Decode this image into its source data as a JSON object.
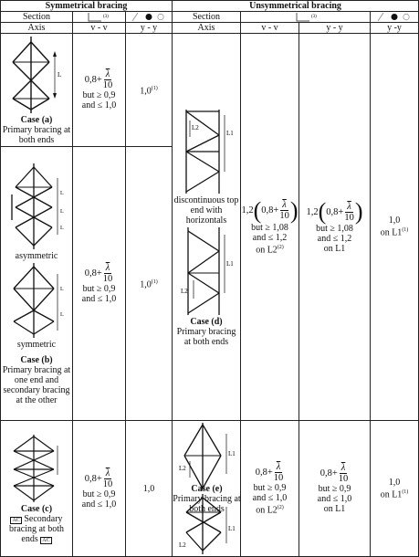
{
  "headers": {
    "symmetrical": "Symmetrical bracing",
    "unsymmetrical": "Unsymmetrical bracing",
    "section": "Section",
    "axis": "Axis",
    "note3": "(3)",
    "sym_vv": "v - v",
    "sym_yy": "y - y",
    "uns_vv": "v - v",
    "uns_yy": "y - y",
    "uns_yy2": "y -y"
  },
  "case_a": {
    "label": "L",
    "title": "Case (a)",
    "desc": "Primary bracing at both ends",
    "coef": "0,8+",
    "lam": "λ",
    "den": "10",
    "cond1": "but ≥ 0,9",
    "cond2": "and ≤ 1,0",
    "yy": "1,0",
    "yy_note": "(1)"
  },
  "case_b": {
    "label_asym": "asymmetric",
    "label_sym": "symmetric",
    "title": "Case (b)",
    "desc": "Primary bracing at one end and secondary bracing at the other",
    "coef": "0,8+",
    "lam": "λ",
    "den": "10",
    "cond1": "but ≥ 0,9",
    "cond2": "and ≤ 1,0",
    "yy": "1,0",
    "yy_note": "(1)",
    "fig_L": "L"
  },
  "case_c": {
    "title": "Case (c)",
    "desc_pre": "AC",
    "desc": "Secondary bracing at both ends",
    "desc_post": "AC",
    "coef": "0,8+",
    "lam": "λ",
    "den": "10",
    "cond1": "but ≥ 0,9",
    "cond2": "and ≤ 1,0",
    "yy": "1,0"
  },
  "case_d": {
    "desc_top": "discontinuous top end with horizontals",
    "title": "Case (d)",
    "desc": "Primary bracing at both ends",
    "fig_L1": "L1",
    "fig_L2": "L2",
    "vv_pre": "1,2",
    "vv_coef": "0,8+",
    "lam": "λ",
    "den": "10",
    "vv_cond1": "but ≥ 1,08",
    "vv_cond2": "and ≤ 1,2",
    "vv_cond3": "on L2",
    "vv_cond3_note": "(2)",
    "yy_pre": "1,2",
    "yy_coef": "0,8+",
    "yy_cond1": "but ≥ 1,08",
    "yy_cond2": "and ≤ 1,2",
    "yy_cond3": "on L1",
    "yy2": "1,0",
    "yy2_on": "on L1",
    "yy2_note": "(1)"
  },
  "case_e": {
    "title": "Case (e)",
    "desc": "Primary bracing at both ends",
    "fig_L1": "L1",
    "fig_L2": "L2",
    "vv_coef": "0,8+",
    "lam": "λ",
    "den": "10",
    "vv_cond1": "but ≥ 0,9",
    "vv_cond2": "and ≤ 1,0",
    "vv_cond3": "on L2",
    "vv_cond3_note": "(2)",
    "yy_coef": "0,8+",
    "yy_cond1": "but ≥ 0,9",
    "yy_cond2": "and ≤ 1,0",
    "yy_cond3": "on L1",
    "yy2": "1,0",
    "yy2_on": "on L1",
    "yy2_note": "(1)"
  }
}
